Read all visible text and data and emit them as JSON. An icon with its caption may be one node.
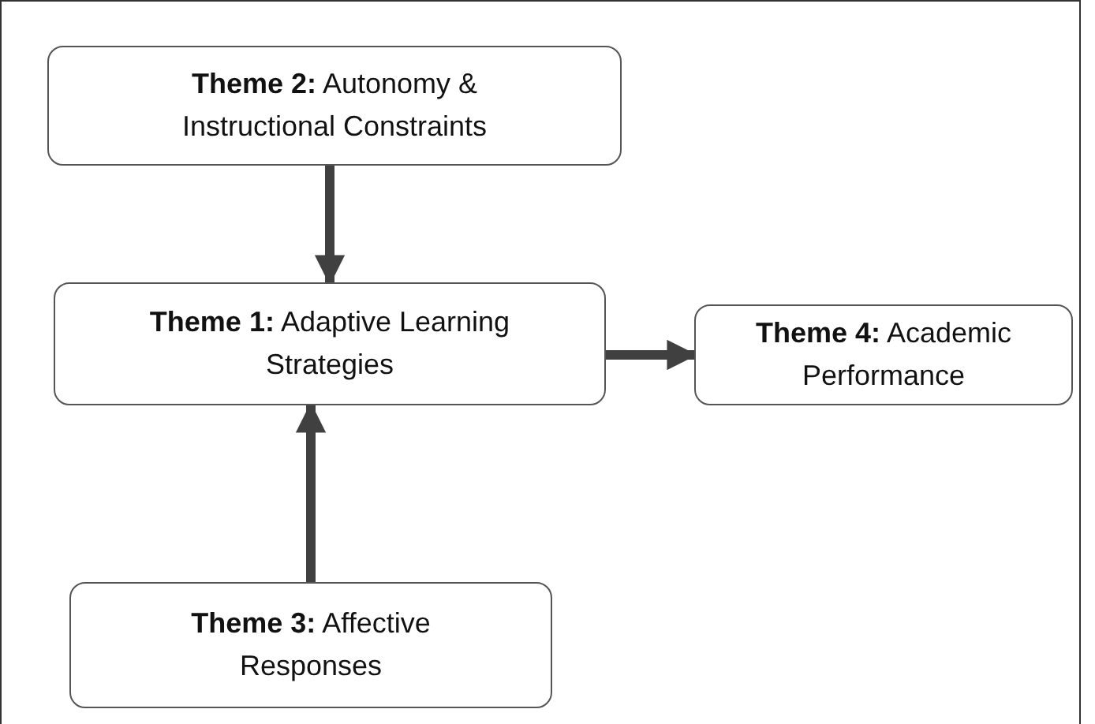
{
  "diagram": {
    "nodes": [
      {
        "text": [
          "**Theme 2:** Autonomy & Instructional Constraints"
        ]
      },
      {
        "text": [
          "**Theme 1:** Adaptive Learning Strategies"
        ]
      },
      {
        "text": [
          "**Theme 4:** Academic Performance"
        ]
      },
      {
        "text": [
          "**Theme 3:** Affective Responses"
        ]
      }
    ],
    "edges": [
      {
        "from": 0,
        "to": 1,
        "arrow": "to"
      },
      {
        "from": 1,
        "to": 2,
        "arrow": "to"
      },
      {
        "from": 3,
        "to": 1,
        "arrow": "to"
      }
    ]
  }
}
